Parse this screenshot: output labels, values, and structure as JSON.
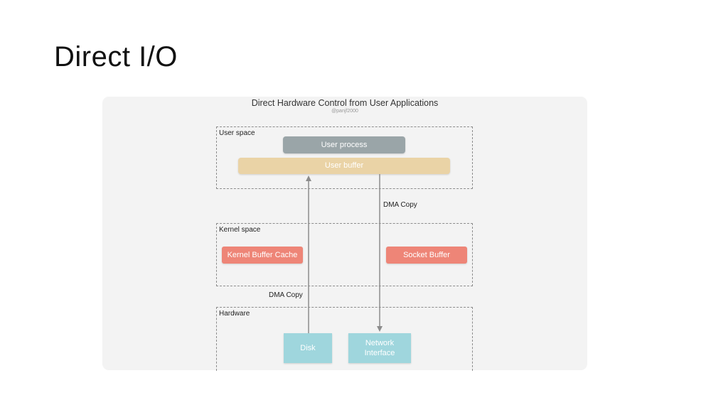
{
  "slide": {
    "title": "Direct I/O"
  },
  "diagram": {
    "title": "Direct Hardware Control from User Applications",
    "credit": "@panjf2000",
    "regions": {
      "user_space": "User space",
      "kernel_space": "Kernel space",
      "hardware": "Hardware"
    },
    "boxes": {
      "user_process": "User process",
      "user_buffer": "User buffer",
      "kernel_buffer_cache": "Kernel Buffer Cache",
      "socket_buffer": "Socket Buffer",
      "disk": "Disk",
      "network_interface": "Network Interface"
    },
    "arrows": {
      "left_label": "DMA Copy",
      "right_label": "DMA Copy"
    },
    "colors": {
      "user_process": "#9aa5a8",
      "user_buffer": "#ead3a6",
      "kernel": "#ee8577",
      "hardware": "#9fd6dd",
      "arrow": "#8c8c8c"
    }
  }
}
